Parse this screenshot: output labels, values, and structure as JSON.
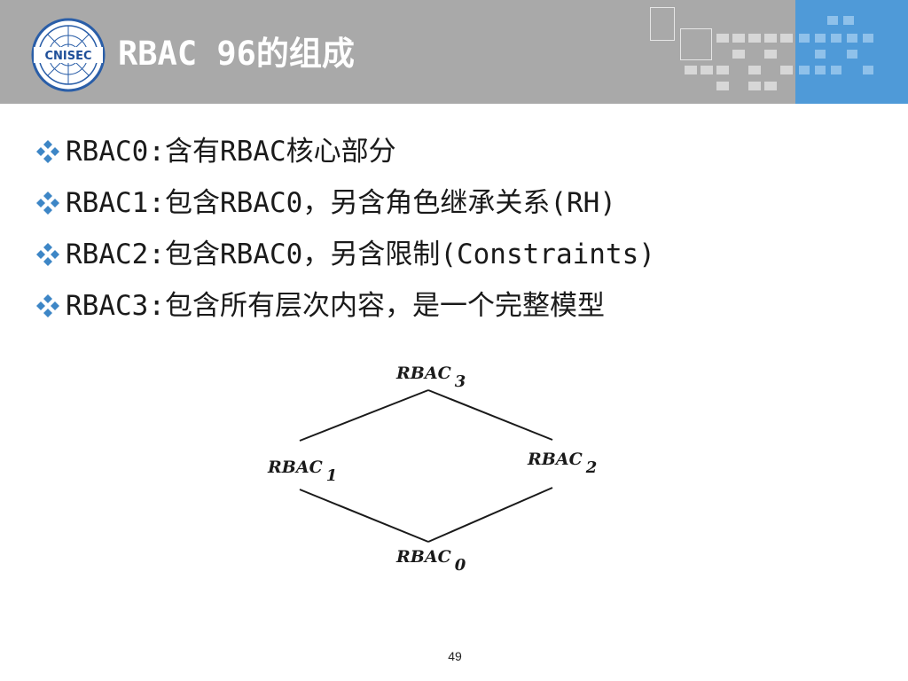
{
  "header": {
    "title": "RBAC 96的组成",
    "logo_text": "CNISEC",
    "accent_color": "#4f9ad8",
    "bar_color": "#a9a9a9"
  },
  "bullets": [
    {
      "label": "RBAC0",
      "sep": ": ",
      "text": "含有RBAC核心部分"
    },
    {
      "label": "RBAC1",
      "sep": ": ",
      "text": "包含RBAC0，另含角色继承关系(RH)"
    },
    {
      "label": "RBAC2",
      "sep": ": ",
      "text": "包含RBAC0，另含限制(Constraints)"
    },
    {
      "label": "RBAC3",
      "sep": ": ",
      "text": "包含所有层次内容，是一个完整模型"
    }
  ],
  "diagram": {
    "nodes": [
      {
        "name": "RBAC",
        "sub": "3"
      },
      {
        "name": "RBAC",
        "sub": "1"
      },
      {
        "name": "RBAC",
        "sub": "2"
      },
      {
        "name": "RBAC",
        "sub": "0"
      }
    ]
  },
  "footer": {
    "page_number": "49"
  }
}
